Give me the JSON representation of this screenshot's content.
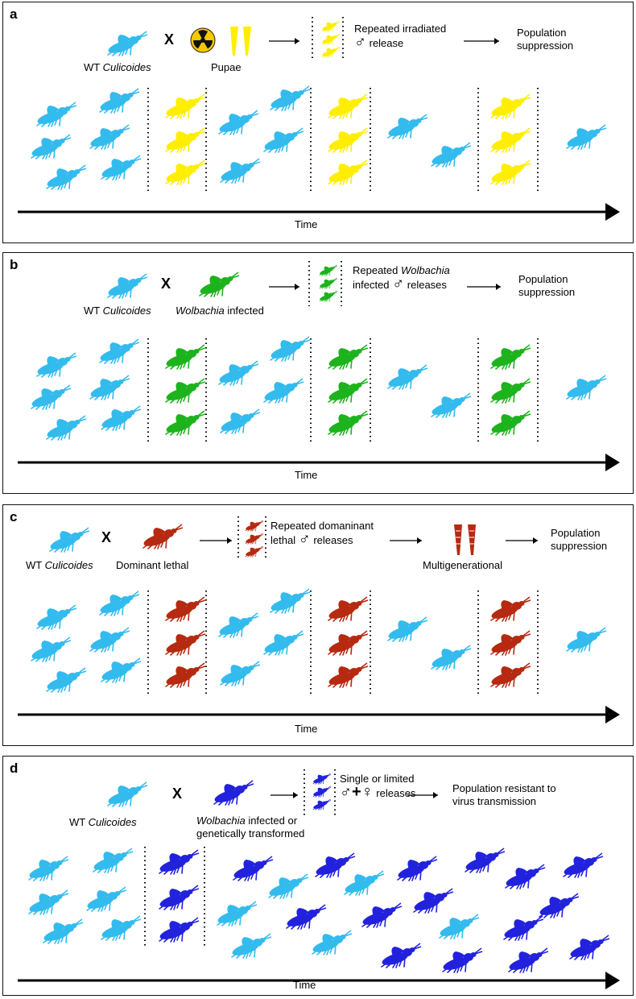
{
  "panels": [
    {
      "letter": "a",
      "parent_wt_prefix": "WT ",
      "parent_wt_italic": "Culicoides",
      "cross_symbol": "X",
      "treatment_label": "Pupae",
      "release_line1": "Repeated irradiated",
      "release_sex_symbol": "♂",
      "release_line2_post": " release",
      "outcome_line1": "Population",
      "outcome_line2": "suppression",
      "timeline_label": "Time",
      "release_color": "#ffee00"
    },
    {
      "letter": "b",
      "parent_wt_prefix": "WT ",
      "parent_wt_italic": "Culicoides",
      "cross_symbol": "X",
      "treatment_italic": "Wolbachia",
      "treatment_label": " infected",
      "release_line1_pre": "Repeated ",
      "release_line1_italic": "Wolbachia",
      "release_line2_pre": "infected ",
      "release_sex_symbol": "♂",
      "release_line2_post": " releases",
      "outcome_line1": "Population",
      "outcome_line2": "suppression",
      "timeline_label": "Time",
      "release_color": "#1db31d"
    },
    {
      "letter": "c",
      "parent_wt_prefix": "WT ",
      "parent_wt_italic": "Culicoides",
      "cross_symbol": "X",
      "treatment_label": "Dominant lethal",
      "release_line1": "Repeated domaninant",
      "release_line2_pre": "lethal ",
      "release_sex_symbol": "♂",
      "release_line2_post": " releases",
      "intermediate_label": "Multigenerational",
      "outcome_line1": "Population",
      "outcome_line2": "suppression",
      "timeline_label": "Time",
      "release_color": "#b52a10"
    },
    {
      "letter": "d",
      "parent_wt_prefix": "WT ",
      "parent_wt_italic": "Culicoides",
      "cross_symbol": "X",
      "treatment_italic": "Wolbachia",
      "treatment_line1_post": " infected or",
      "treatment_line2": "genetically transformed",
      "release_line1": "Single or limited",
      "release_sex_symbols": "♂+♀",
      "release_line2_post": " releases",
      "outcome_line1": "Population resistant to",
      "outcome_line2": "virus transmission",
      "timeline_label": "Time",
      "release_color": "#2222dd"
    }
  ],
  "colors": {
    "wild_type": "#33bbee",
    "radiation_icon": "#f5c800"
  }
}
